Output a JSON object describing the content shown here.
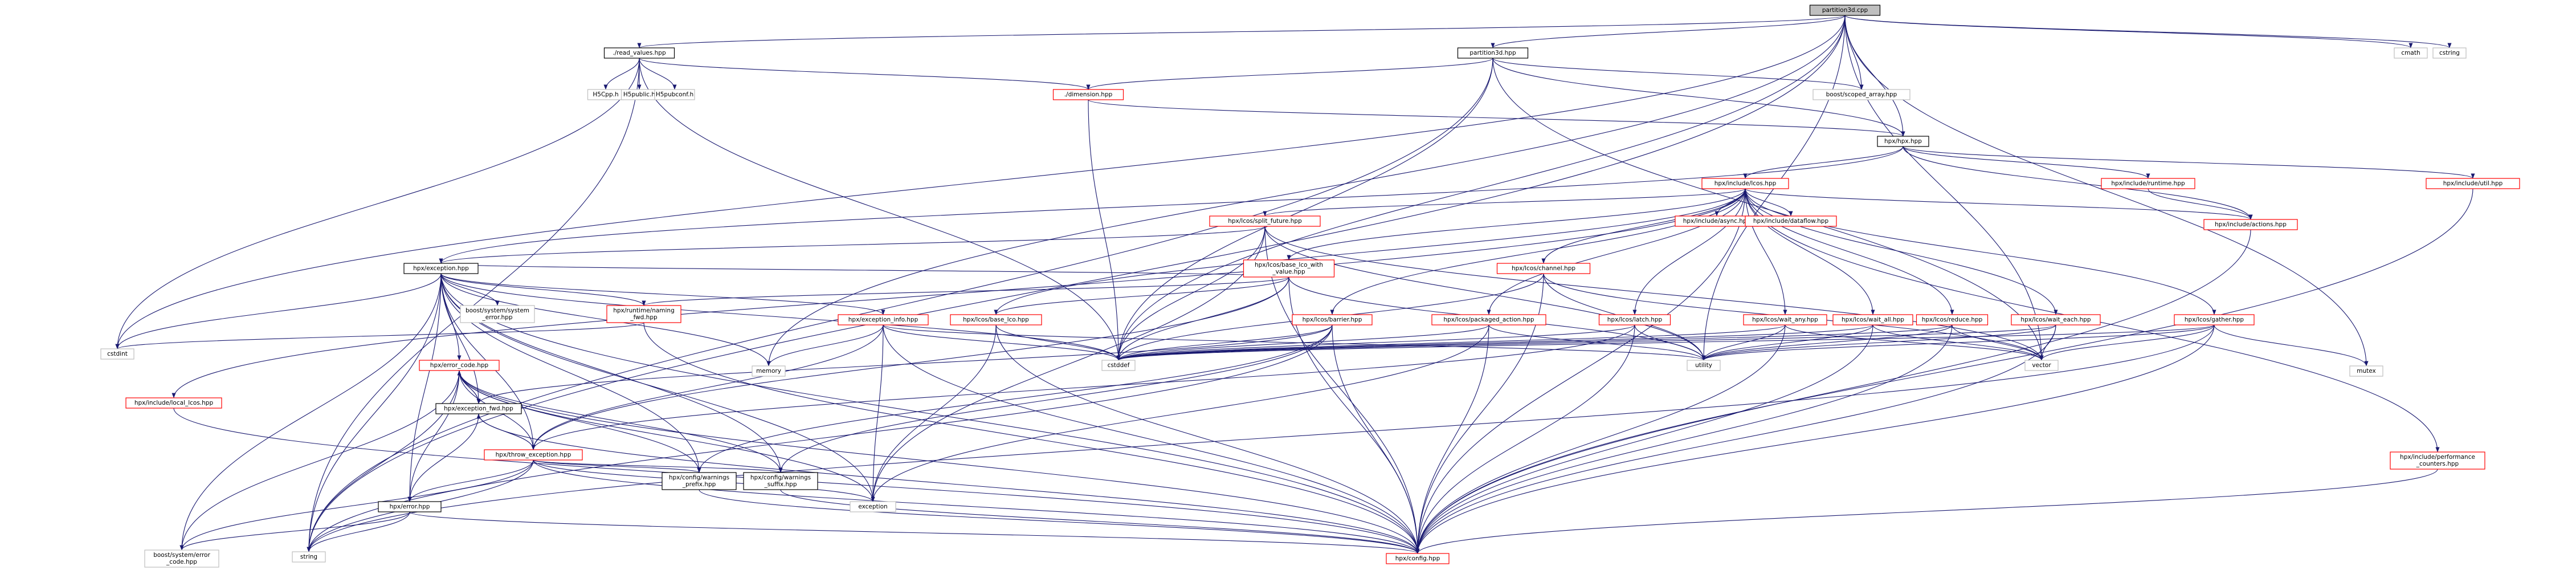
{
  "colors": {
    "highlight_fill": "#bfbfbf",
    "normal_border": "#000000",
    "missing_border": "#bfbfbf",
    "incomplete_border": "#ff0000",
    "edge": "#191970",
    "text": "#000000"
  },
  "nodes": [
    {
      "id": "partition3d_cpp",
      "label": [
        "partition3d.cpp"
      ],
      "kind": "highlight"
    },
    {
      "id": "read_values",
      "label": [
        "./read_values.hpp"
      ],
      "kind": "normal"
    },
    {
      "id": "partition3d_hpp",
      "label": [
        "partition3d.hpp"
      ],
      "kind": "normal"
    },
    {
      "id": "cmath",
      "label": [
        "cmath"
      ],
      "kind": "missing"
    },
    {
      "id": "cstring",
      "label": [
        "cstring"
      ],
      "kind": "missing"
    },
    {
      "id": "h5cpp",
      "label": [
        "H5Cpp.h"
      ],
      "kind": "missing"
    },
    {
      "id": "h5public",
      "label": [
        "H5public.h"
      ],
      "kind": "missing"
    },
    {
      "id": "h5pubconf",
      "label": [
        "H5pubconf.h"
      ],
      "kind": "missing"
    },
    {
      "id": "dimension",
      "label": [
        "./dimension.hpp"
      ],
      "kind": "incomplete"
    },
    {
      "id": "scoped_array",
      "label": [
        "boost/scoped_array.hpp"
      ],
      "kind": "missing"
    },
    {
      "id": "hpx_hpp",
      "label": [
        "hpx/hpx.hpp"
      ],
      "kind": "normal"
    },
    {
      "id": "lcos_hpp",
      "label": [
        "hpx/include/lcos.hpp"
      ],
      "kind": "incomplete"
    },
    {
      "id": "runtime_hpp",
      "label": [
        "hpx/include/runtime.hpp"
      ],
      "kind": "incomplete"
    },
    {
      "id": "actions_hpp",
      "label": [
        "hpx/include/actions.hpp"
      ],
      "kind": "incomplete"
    },
    {
      "id": "util_hpp",
      "label": [
        "hpx/include/util.hpp"
      ],
      "kind": "incomplete"
    },
    {
      "id": "split_future",
      "label": [
        "hpx/lcos/split_future.hpp"
      ],
      "kind": "incomplete"
    },
    {
      "id": "async_hpp",
      "label": [
        "hpx/include/async.hpp"
      ],
      "kind": "incomplete"
    },
    {
      "id": "dataflow_hpp",
      "label": [
        "hpx/include/dataflow.hpp"
      ],
      "kind": "incomplete"
    },
    {
      "id": "exception_hpp",
      "label": [
        "hpx/exception.hpp"
      ],
      "kind": "normal"
    },
    {
      "id": "base_lco",
      "label": [
        "hpx/lcos/base_lco_with",
        "_value.hpp"
      ],
      "kind": "incomplete"
    },
    {
      "id": "channel",
      "label": [
        "hpx/lcos/channel.hpp"
      ],
      "kind": "incomplete"
    },
    {
      "id": "system_error",
      "label": [
        "boost/system/system",
        "_error.hpp"
      ],
      "kind": "missing"
    },
    {
      "id": "naming_fwd",
      "label": [
        "hpx/runtime/naming",
        "_fwd.hpp"
      ],
      "kind": "incomplete"
    },
    {
      "id": "exception_info",
      "label": [
        "hpx/exception_info.hpp"
      ],
      "kind": "incomplete"
    },
    {
      "id": "base_lco_hpp",
      "label": [
        "hpx/lcos/base_lco.hpp"
      ],
      "kind": "incomplete"
    },
    {
      "id": "barrier",
      "label": [
        "hpx/lcos/barrier.hpp"
      ],
      "kind": "incomplete"
    },
    {
      "id": "packaged_action",
      "label": [
        "hpx/lcos/packaged_action.hpp"
      ],
      "kind": "incomplete"
    },
    {
      "id": "latch",
      "label": [
        "hpx/lcos/latch.hpp"
      ],
      "kind": "incomplete"
    },
    {
      "id": "wait_any",
      "label": [
        "hpx/lcos/wait_any.hpp"
      ],
      "kind": "incomplete"
    },
    {
      "id": "wait_all",
      "label": [
        "hpx/lcos/wait_all.hpp"
      ],
      "kind": "incomplete"
    },
    {
      "id": "reduce",
      "label": [
        "hpx/lcos/reduce.hpp"
      ],
      "kind": "incomplete"
    },
    {
      "id": "wait_each",
      "label": [
        "hpx/lcos/wait_each.hpp"
      ],
      "kind": "incomplete"
    },
    {
      "id": "gather",
      "label": [
        "hpx/lcos/gather.hpp"
      ],
      "kind": "incomplete"
    },
    {
      "id": "cstdint",
      "label": [
        "cstdint"
      ],
      "kind": "missing"
    },
    {
      "id": "memory",
      "label": [
        "memory"
      ],
      "kind": "missing"
    },
    {
      "id": "cstddef",
      "label": [
        "cstddef"
      ],
      "kind": "missing"
    },
    {
      "id": "utility",
      "label": [
        "utility"
      ],
      "kind": "missing"
    },
    {
      "id": "vector",
      "label": [
        "vector"
      ],
      "kind": "missing"
    },
    {
      "id": "mutex",
      "label": [
        "mutex"
      ],
      "kind": "missing"
    },
    {
      "id": "error_code",
      "label": [
        "hpx/error_code.hpp"
      ],
      "kind": "incomplete"
    },
    {
      "id": "local_lcos",
      "label": [
        "hpx/include/local_lcos.hpp"
      ],
      "kind": "incomplete"
    },
    {
      "id": "exception_fwd",
      "label": [
        "hpx/exception_fwd.hpp"
      ],
      "kind": "normal"
    },
    {
      "id": "throw_exception",
      "label": [
        "hpx/throw_exception.hpp"
      ],
      "kind": "incomplete"
    },
    {
      "id": "perf_counters",
      "label": [
        "hpx/include/performance",
        "_counters.hpp"
      ],
      "kind": "incomplete"
    },
    {
      "id": "warnings_prefix",
      "label": [
        "hpx/config/warnings",
        "_prefix.hpp"
      ],
      "kind": "normal"
    },
    {
      "id": "warnings_suffix",
      "label": [
        "hpx/config/warnings",
        "_suffix.hpp"
      ],
      "kind": "normal"
    },
    {
      "id": "exception_std",
      "label": [
        "exception"
      ],
      "kind": "missing"
    },
    {
      "id": "error_hpp",
      "label": [
        "hpx/error.hpp"
      ],
      "kind": "normal"
    },
    {
      "id": "boost_error_code",
      "label": [
        "boost/system/error",
        "_code.hpp"
      ],
      "kind": "missing"
    },
    {
      "id": "string",
      "label": [
        "string"
      ],
      "kind": "missing"
    },
    {
      "id": "config_hpp",
      "label": [
        "hpx/config.hpp"
      ],
      "kind": "incomplete"
    }
  ],
  "edges": [
    [
      "partition3d_cpp",
      "read_values"
    ],
    [
      "partition3d_cpp",
      "partition3d_hpp"
    ],
    [
      "partition3d_cpp",
      "cmath"
    ],
    [
      "partition3d_cpp",
      "cstring"
    ],
    [
      "partition3d_cpp",
      "scoped_array"
    ],
    [
      "partition3d_cpp",
      "hpx_hpp"
    ],
    [
      "partition3d_cpp",
      "cstdint"
    ],
    [
      "partition3d_cpp",
      "memory"
    ],
    [
      "partition3d_cpp",
      "cstddef"
    ],
    [
      "partition3d_cpp",
      "utility"
    ],
    [
      "partition3d_cpp",
      "vector"
    ],
    [
      "partition3d_cpp",
      "mutex"
    ],
    [
      "partition3d_cpp",
      "string"
    ],
    [
      "read_values",
      "h5cpp"
    ],
    [
      "read_values",
      "h5public"
    ],
    [
      "read_values",
      "h5pubconf"
    ],
    [
      "read_values",
      "dimension"
    ],
    [
      "read_values",
      "cstdint"
    ],
    [
      "read_values",
      "cstddef"
    ],
    [
      "read_values",
      "string"
    ],
    [
      "partition3d_hpp",
      "dimension"
    ],
    [
      "partition3d_hpp",
      "scoped_array"
    ],
    [
      "partition3d_hpp",
      "hpx_hpp"
    ],
    [
      "partition3d_hpp",
      "cstddef"
    ],
    [
      "partition3d_hpp",
      "string"
    ],
    [
      "partition3d_hpp",
      "vector"
    ],
    [
      "dimension",
      "hpx_hpp"
    ],
    [
      "dimension",
      "cstddef"
    ],
    [
      "hpx_hpp",
      "lcos_hpp"
    ],
    [
      "hpx_hpp",
      "runtime_hpp"
    ],
    [
      "hpx_hpp",
      "actions_hpp"
    ],
    [
      "hpx_hpp",
      "util_hpp"
    ],
    [
      "hpx_hpp",
      "exception_hpp"
    ],
    [
      "lcos_hpp",
      "split_future"
    ],
    [
      "lcos_hpp",
      "async_hpp"
    ],
    [
      "lcos_hpp",
      "dataflow_hpp"
    ],
    [
      "lcos_hpp",
      "base_lco"
    ],
    [
      "lcos_hpp",
      "channel"
    ],
    [
      "lcos_hpp",
      "base_lco_hpp"
    ],
    [
      "lcos_hpp",
      "barrier"
    ],
    [
      "lcos_hpp",
      "packaged_action"
    ],
    [
      "lcos_hpp",
      "latch"
    ],
    [
      "lcos_hpp",
      "wait_any"
    ],
    [
      "lcos_hpp",
      "wait_all"
    ],
    [
      "lcos_hpp",
      "reduce"
    ],
    [
      "lcos_hpp",
      "wait_each"
    ],
    [
      "lcos_hpp",
      "gather"
    ],
    [
      "lcos_hpp",
      "actions_hpp"
    ],
    [
      "lcos_hpp",
      "local_lcos"
    ],
    [
      "lcos_hpp",
      "perf_counters"
    ],
    [
      "lcos_hpp",
      "config_hpp"
    ],
    [
      "runtime_hpp",
      "actions_hpp"
    ],
    [
      "actions_hpp",
      "config_hpp"
    ],
    [
      "util_hpp",
      "config_hpp"
    ],
    [
      "split_future",
      "exception_hpp"
    ],
    [
      "split_future",
      "cstddef"
    ],
    [
      "split_future",
      "utility"
    ],
    [
      "split_future",
      "vector"
    ],
    [
      "split_future",
      "config_hpp"
    ],
    [
      "split_future",
      "exception_std"
    ],
    [
      "exception_hpp",
      "system_error"
    ],
    [
      "exception_hpp",
      "naming_fwd"
    ],
    [
      "exception_hpp",
      "exception_info"
    ],
    [
      "exception_hpp",
      "cstdint"
    ],
    [
      "exception_hpp",
      "cstddef"
    ],
    [
      "exception_hpp",
      "error_code"
    ],
    [
      "exception_hpp",
      "exception_fwd"
    ],
    [
      "exception_hpp",
      "throw_exception"
    ],
    [
      "exception_hpp",
      "warnings_prefix"
    ],
    [
      "exception_hpp",
      "warnings_suffix"
    ],
    [
      "exception_hpp",
      "exception_std"
    ],
    [
      "exception_hpp",
      "error_hpp"
    ],
    [
      "exception_hpp",
      "boost_error_code"
    ],
    [
      "exception_hpp",
      "string"
    ],
    [
      "exception_hpp",
      "config_hpp"
    ],
    [
      "exception_hpp",
      "memory"
    ],
    [
      "base_lco",
      "naming_fwd"
    ],
    [
      "base_lco",
      "base_lco_hpp"
    ],
    [
      "base_lco",
      "cstddef"
    ],
    [
      "base_lco",
      "utility"
    ],
    [
      "base_lco",
      "throw_exception"
    ],
    [
      "base_lco",
      "config_hpp"
    ],
    [
      "base_lco",
      "exception_hpp"
    ],
    [
      "channel",
      "cstddef"
    ],
    [
      "channel",
      "utility"
    ],
    [
      "channel",
      "vector"
    ],
    [
      "channel",
      "config_hpp"
    ],
    [
      "naming_fwd",
      "cstdint"
    ],
    [
      "naming_fwd",
      "config_hpp"
    ],
    [
      "exception_info",
      "memory"
    ],
    [
      "exception_info",
      "cstddef"
    ],
    [
      "exception_info",
      "utility"
    ],
    [
      "exception_info",
      "exception_std"
    ],
    [
      "exception_info",
      "config_hpp"
    ],
    [
      "exception_info",
      "throw_exception"
    ],
    [
      "base_lco_hpp",
      "cstddef"
    ],
    [
      "base_lco_hpp",
      "exception_std"
    ],
    [
      "base_lco_hpp",
      "config_hpp"
    ],
    [
      "barrier",
      "cstddef"
    ],
    [
      "barrier",
      "string"
    ],
    [
      "barrier",
      "warnings_prefix"
    ],
    [
      "barrier",
      "warnings_suffix"
    ],
    [
      "barrier",
      "exception_fwd"
    ],
    [
      "barrier",
      "config_hpp"
    ],
    [
      "packaged_action",
      "cstddef"
    ],
    [
      "packaged_action",
      "utility"
    ],
    [
      "packaged_action",
      "exception_std"
    ],
    [
      "packaged_action",
      "config_hpp"
    ],
    [
      "latch",
      "cstddef"
    ],
    [
      "latch",
      "utility"
    ],
    [
      "latch",
      "config_hpp"
    ],
    [
      "latch",
      "throw_exception"
    ],
    [
      "wait_any",
      "cstddef"
    ],
    [
      "wait_any",
      "utility"
    ],
    [
      "wait_any",
      "vector"
    ],
    [
      "wait_any",
      "config_hpp"
    ],
    [
      "wait_all",
      "cstddef"
    ],
    [
      "wait_all",
      "utility"
    ],
    [
      "wait_all",
      "vector"
    ],
    [
      "wait_all",
      "config_hpp"
    ],
    [
      "reduce",
      "cstddef"
    ],
    [
      "reduce",
      "utility"
    ],
    [
      "reduce",
      "vector"
    ],
    [
      "reduce",
      "config_hpp"
    ],
    [
      "wait_each",
      "cstddef"
    ],
    [
      "wait_each",
      "utility"
    ],
    [
      "wait_each",
      "vector"
    ],
    [
      "wait_each",
      "config_hpp"
    ],
    [
      "gather",
      "cstddef"
    ],
    [
      "gather",
      "utility"
    ],
    [
      "gather",
      "vector"
    ],
    [
      "gather",
      "mutex"
    ],
    [
      "gather",
      "string"
    ],
    [
      "gather",
      "config_hpp"
    ],
    [
      "error_code",
      "exception_fwd"
    ],
    [
      "error_code",
      "throw_exception"
    ],
    [
      "error_code",
      "error_hpp"
    ],
    [
      "error_code",
      "boost_error_code"
    ],
    [
      "error_code",
      "string"
    ],
    [
      "error_code",
      "exception_std"
    ],
    [
      "error_code",
      "warnings_prefix"
    ],
    [
      "error_code",
      "warnings_suffix"
    ],
    [
      "error_code",
      "config_hpp"
    ],
    [
      "local_lcos",
      "config_hpp"
    ],
    [
      "exception_fwd",
      "error_hpp"
    ],
    [
      "exception_fwd",
      "error_code"
    ],
    [
      "exception_fwd",
      "throw_exception"
    ],
    [
      "exception_fwd",
      "config_hpp"
    ],
    [
      "throw_exception",
      "warnings_prefix"
    ],
    [
      "throw_exception",
      "warnings_suffix"
    ],
    [
      "throw_exception",
      "exception_std"
    ],
    [
      "throw_exception",
      "string"
    ],
    [
      "throw_exception",
      "error_hpp"
    ],
    [
      "throw_exception",
      "boost_error_code"
    ],
    [
      "throw_exception",
      "config_hpp"
    ],
    [
      "throw_exception",
      "exception_fwd"
    ],
    [
      "perf_counters",
      "config_hpp"
    ],
    [
      "warnings_prefix",
      "config_hpp"
    ],
    [
      "warnings_suffix",
      "config_hpp"
    ],
    [
      "error_hpp",
      "string"
    ],
    [
      "error_hpp",
      "boost_error_code"
    ],
    [
      "error_hpp",
      "config_hpp"
    ]
  ]
}
